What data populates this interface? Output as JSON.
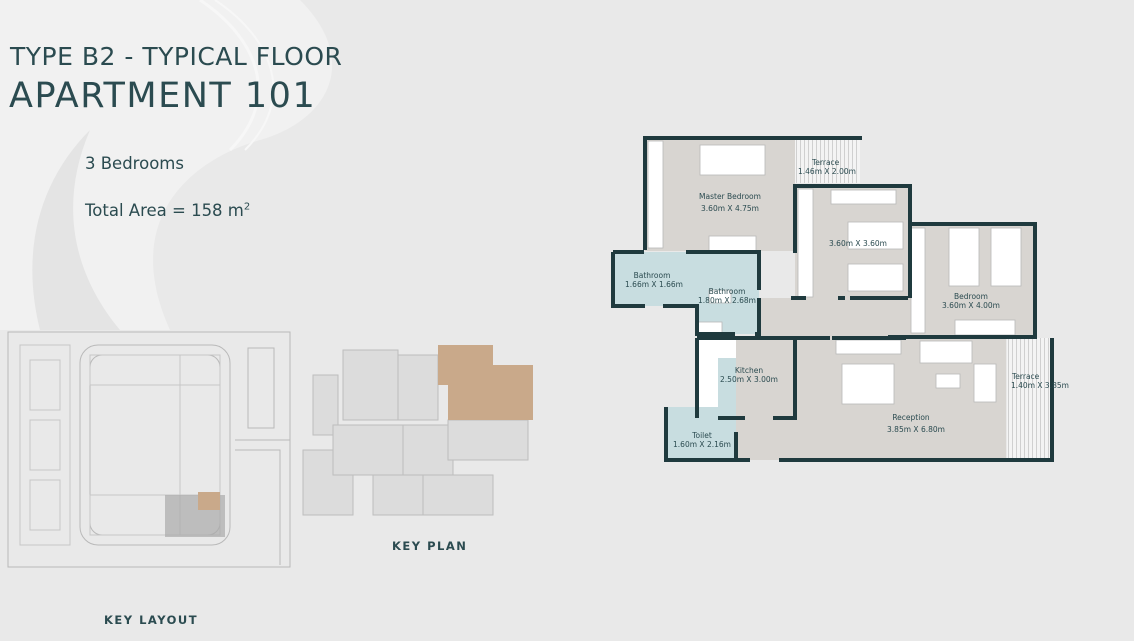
{
  "header": {
    "subtitle": "TYPE B2 - TYPICAL FLOOR",
    "title": "APARTMENT 101"
  },
  "details": {
    "bedrooms": "3 Bedrooms",
    "area_label": "Total Area = 158 m",
    "area_sup": "2"
  },
  "captions": {
    "key_plan": "KEY   PLAN",
    "key_layout": "KEY   LAYOUT"
  },
  "colors": {
    "wall": "#1f3a3e",
    "room": "#d8d5d1",
    "wet_room": "#c8dde0",
    "highlight": "#c9a98a",
    "text": "#2b4b50"
  },
  "rooms": {
    "master": {
      "name": "Master Bedroom",
      "size": "3.60m X 4.75m"
    },
    "terrace_top": {
      "name": "Terrace",
      "size": "1.46m X 2.00m"
    },
    "bedroom2": {
      "size": "3.60m X 3.60m"
    },
    "bedroom3": {
      "name": "Bedroom",
      "size": "3.60m X 4.00m"
    },
    "bath1": {
      "name": "Bathroom",
      "size": "1.66m X 1.66m"
    },
    "bath2": {
      "name": "Bathroom",
      "size": "1.80m X 2.68m"
    },
    "kitchen": {
      "name": "Kitchen",
      "size": "2.50m X 3.00m"
    },
    "toilet": {
      "name": "Toilet",
      "size": "1.60m X 2.16m"
    },
    "reception": {
      "name": "Reception",
      "size": "3.85m X 6.80m"
    },
    "terrace_right": {
      "name": "Terrace",
      "size": "1.40m X 3.85m"
    }
  }
}
